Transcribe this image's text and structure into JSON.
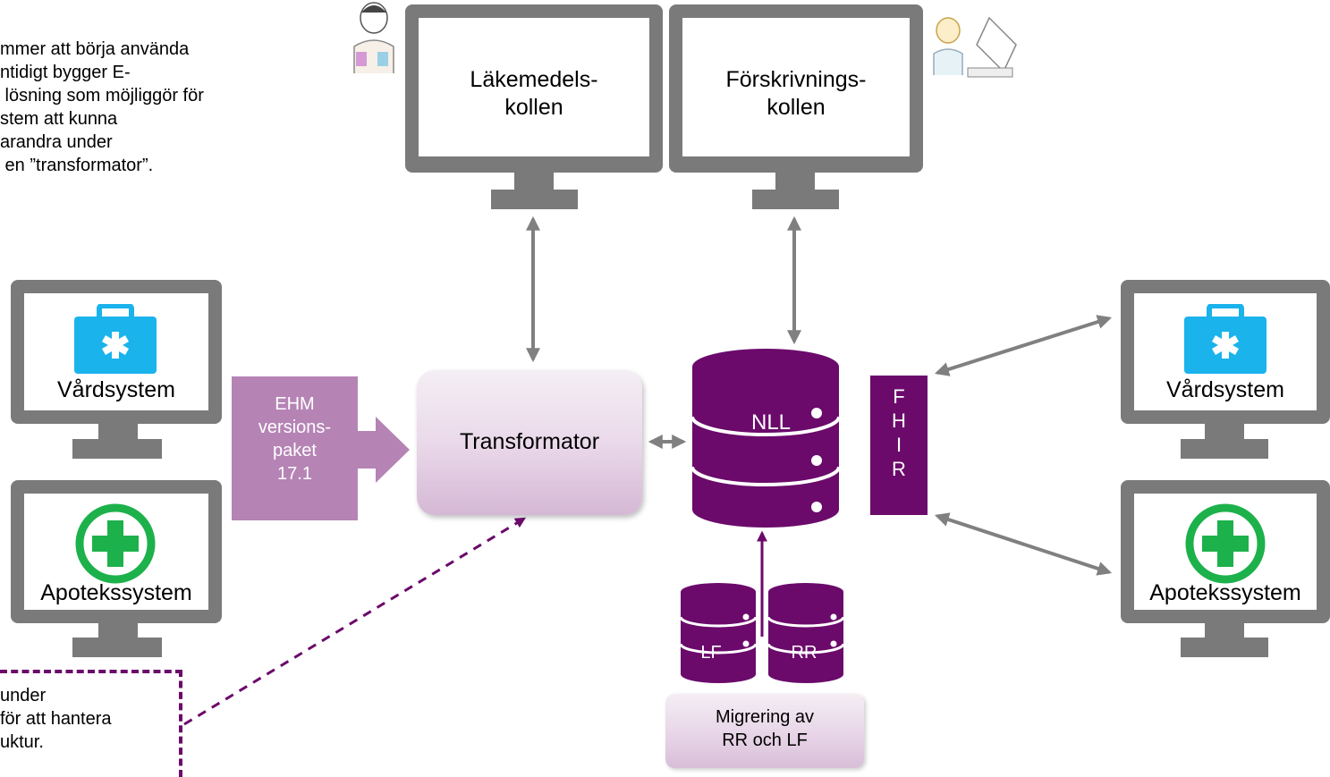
{
  "intro_text": "mmer att börja använda\nntidigt bygger E-\n lösning som möjliggör för\nstem att kunna\narandra under\n en ”transformator”.",
  "monitors": {
    "lakemedel": "Läkemedels-\nkollen",
    "forskrivning": "Förskrivnings-\nkollen"
  },
  "systems": {
    "vard_left": "Vårdsystem",
    "apotek_left": "Apotekssystem",
    "vard_right": "Vårdsystem",
    "apotek_right": "Apotekssystem"
  },
  "ehm_box": "EHM\nversions-\npaket\n17.1",
  "transformator": "Transformator",
  "nll": "NLL",
  "fhir": "F\nH\nI\nR",
  "small_db": {
    "left": "LF",
    "right": "RR"
  },
  "migration_box": "Migrering av\nRR och LF",
  "note_text": "under\nför att hantera\nuktur.",
  "colors": {
    "monitor_gray": "#7a7a7a",
    "arrow_gray": "#808080",
    "purple_dark": "#6b0a6b",
    "purple_light": "#b584b5",
    "care_blue": "#1ab3ec",
    "pharmacy_green": "#1db14b"
  }
}
